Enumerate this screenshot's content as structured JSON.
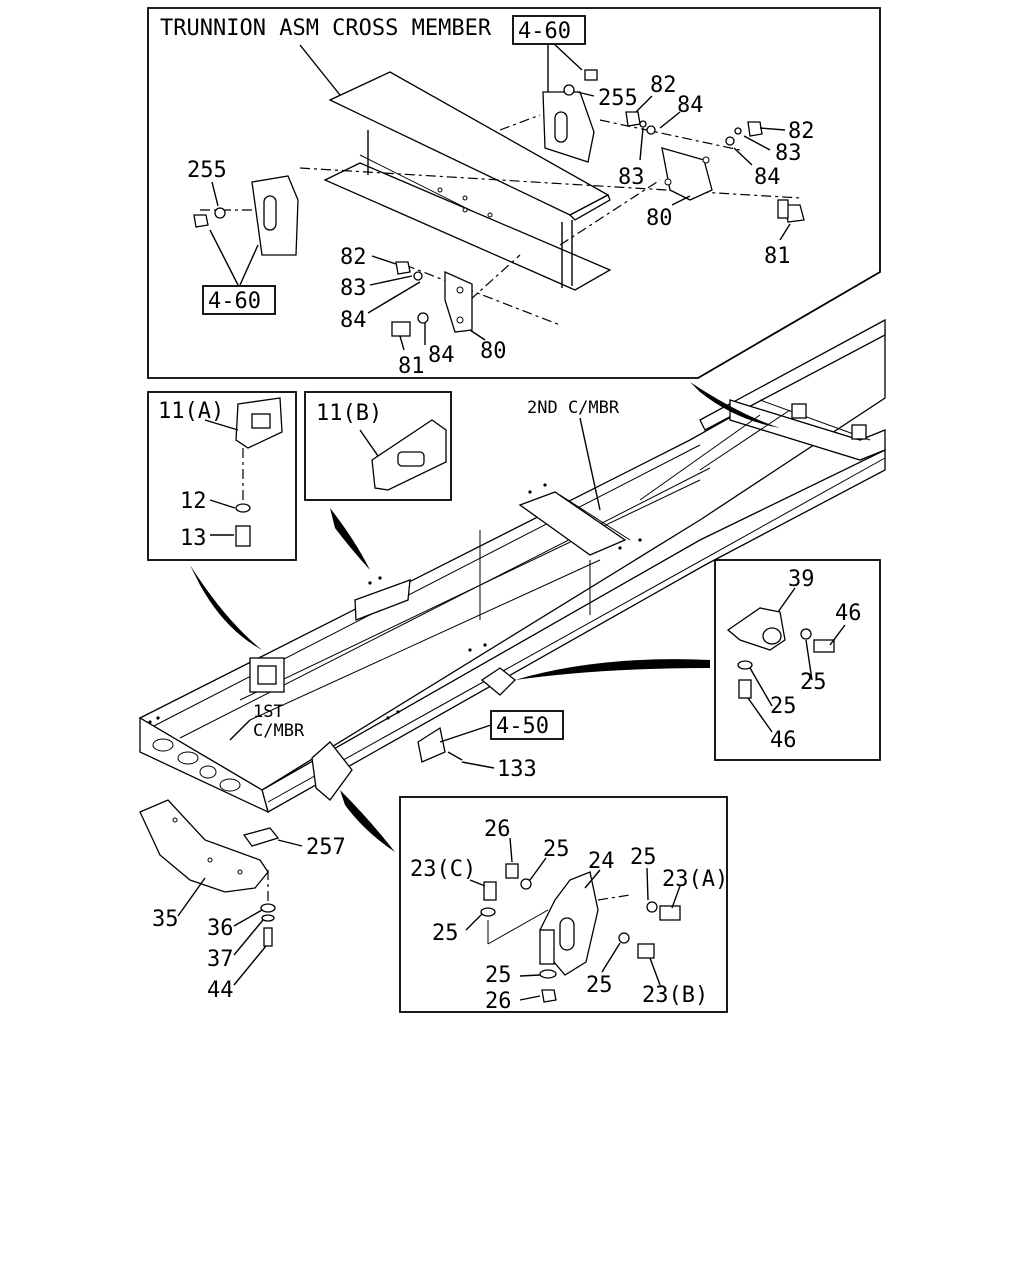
{
  "panels": {
    "trunnion": {
      "title": "TRUNNION ASM CROSS MEMBER",
      "ref_top": "4-60",
      "ref_left": "4-60",
      "labels": {
        "p255a": "255",
        "p255b": "255",
        "p82a": "82",
        "p84a": "84",
        "p82b": "82",
        "p83a": "83",
        "p83b": "83",
        "p84b": "84",
        "p80a": "80",
        "p81a": "81",
        "p82c": "82",
        "p83c": "83",
        "p84c": "84",
        "p81b": "81",
        "p84d": "84",
        "p80b": "80"
      }
    },
    "p11a": {
      "labels": {
        "l11a": "11(A)",
        "l12": "12",
        "l13": "13"
      }
    },
    "p11b": {
      "labels": {
        "l11b": "11(B)"
      }
    },
    "p39": {
      "labels": {
        "l39": "39",
        "l46a": "46",
        "l25a": "25",
        "l25b": "25",
        "l46b": "46"
      }
    },
    "p24": {
      "labels": {
        "l26a": "26",
        "l25a": "25",
        "l24": "24",
        "l25b": "25",
        "l23c": "23(C)",
        "l23a": "23(A)",
        "l25c": "25",
        "l25d": "25",
        "l25e": "25",
        "l26b": "26",
        "l23b": "23(B)"
      }
    }
  },
  "frame": {
    "labels": {
      "second_cmbr": "2ND C/MBR",
      "first_cmbr_1": "1ST",
      "first_cmbr_2": "C/MBR",
      "ref_450": "4-50",
      "l133": "133",
      "l257": "257",
      "l35": "35",
      "l36": "36",
      "l37": "37",
      "l44": "44"
    }
  }
}
